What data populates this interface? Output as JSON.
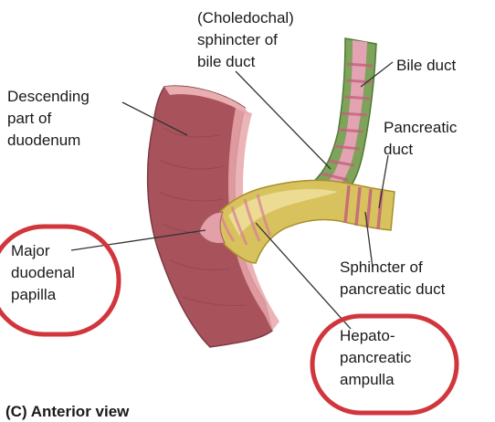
{
  "labels": {
    "sphincter_bile_duct": [
      "(Choledochal)",
      "sphincter of",
      "bile duct"
    ],
    "bile_duct": [
      "Bile duct"
    ],
    "descending_duodenum": [
      "Descending",
      "part of",
      "duodenum"
    ],
    "pancreatic_duct": [
      "Pancreatic",
      "duct"
    ],
    "major_duodenal_papilla": [
      "Major",
      "duodenal",
      "papilla"
    ],
    "sphincter_pancreatic_duct": [
      "Sphincter of",
      "pancreatic duct"
    ],
    "hepatopancreatic_ampulla": [
      "Hepato-",
      "pancreatic",
      "ampulla"
    ]
  },
  "caption": "(C) Anterior view",
  "colors": {
    "duodenum_wall": "#a8535b",
    "duodenum_edge": "#e8aeb0",
    "ampulla": "#d8c25e",
    "ampulla_light": "#f1e2a0",
    "bile_duct_green": "#6c9a4a",
    "sphincter_pink": "#d97e95",
    "highlight_circle": "#d1363d"
  }
}
